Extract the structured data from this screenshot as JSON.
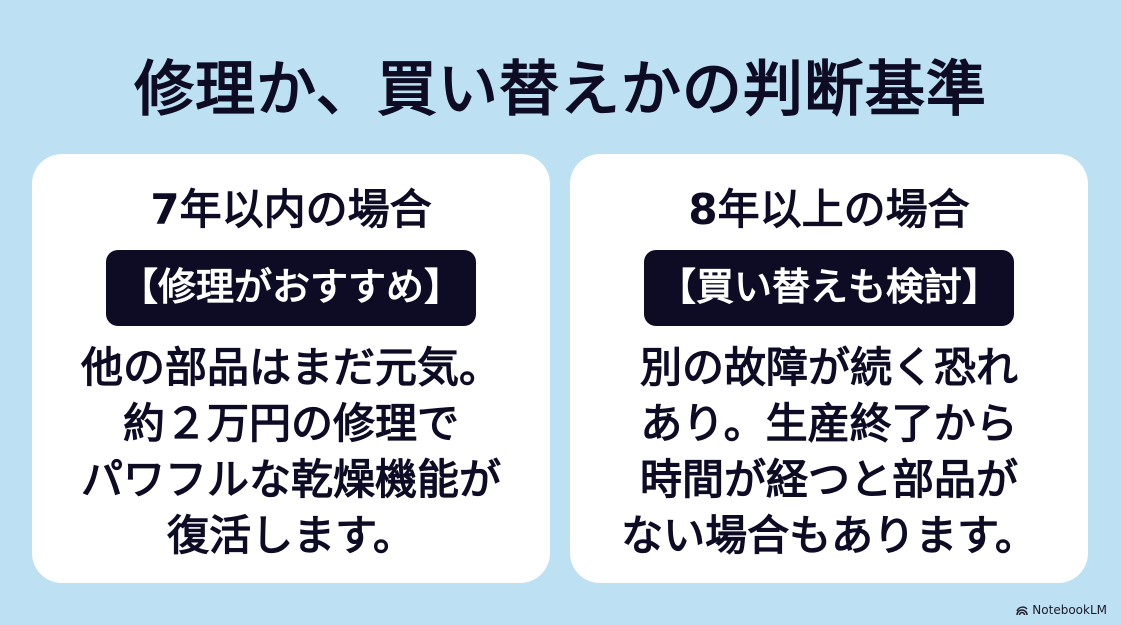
{
  "title": "修理か、買い替えかの判断基準",
  "cards": [
    {
      "heading": "7年以内の場合",
      "badge": "【修理がおすすめ】",
      "lines": [
        "他の部品はまだ元気。",
        "約２万円の修理で",
        "パワフルな乾燥機能が",
        "復活します。"
      ]
    },
    {
      "heading": "8年以上の場合",
      "badge": "【買い替えも検討】",
      "lines": [
        "別の故障が続く恐れ",
        "あり。生産終了から",
        "時間が経つと部品が",
        "ない場合もあります。"
      ]
    }
  ],
  "watermark": {
    "icon": "notebooklm-logo-icon",
    "label": "NotebookLM"
  },
  "colors": {
    "background": "#bde0f2",
    "card": "#ffffff",
    "text": "#0d0c24",
    "badge_bg": "#0d0c24",
    "badge_text": "#ffffff"
  }
}
